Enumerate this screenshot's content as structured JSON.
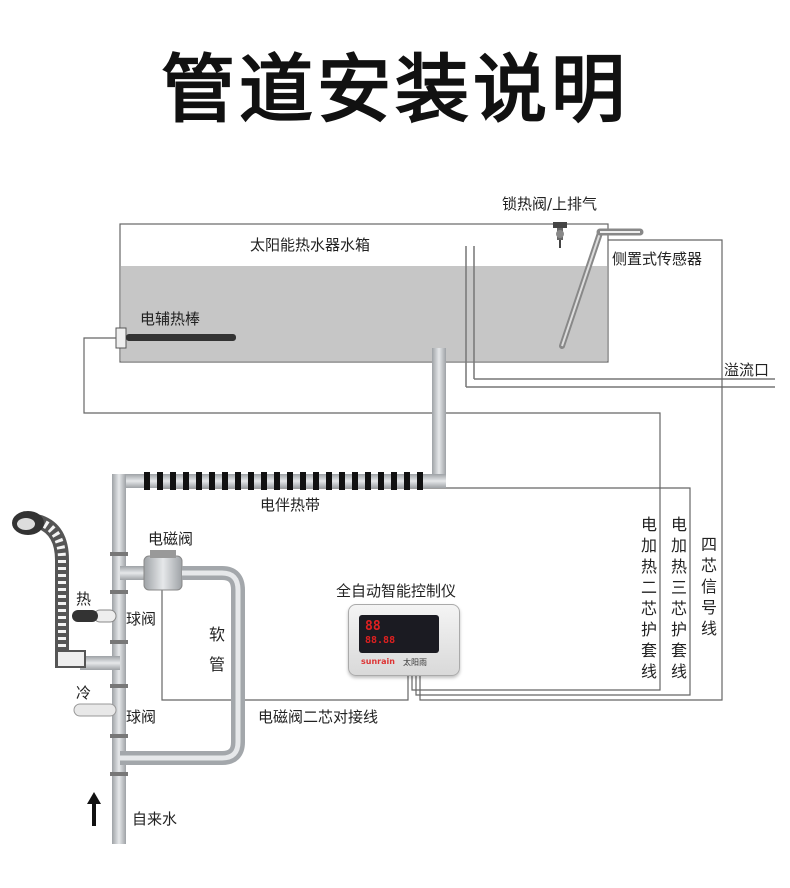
{
  "title": "管道安装说明",
  "labels": {
    "tank": "太阳能热水器水箱",
    "lock_valve": "锁热阀/上排气",
    "side_sensor": "侧置式传感器",
    "heater_rod": "电辅热棒",
    "overflow": "溢流口",
    "heat_tape": "电伴热带",
    "solenoid": "电磁阀",
    "controller": "全自动智能控制仪",
    "hot": "热",
    "cold": "冷",
    "ball_valve_hot": "球阀",
    "ball_valve_cold": "球阀",
    "hose": "软管",
    "solenoid_wire": "电磁阀二芯对接线",
    "tap_water": "自来水",
    "wire_2core": "电加热二芯护套线",
    "wire_3core": "电加热三芯护套线",
    "wire_4core": "四芯信号线"
  },
  "controller_display": {
    "brand": "sunrain",
    "brand_cn": "太阳雨",
    "digits_top": "88",
    "digits_bottom": "88.88"
  },
  "colors": {
    "pipe": "#b9bcc0",
    "tank_water": "#c6c6c6",
    "line": "#555555",
    "heat_tape": "#111111",
    "display_digits": "#e02020"
  }
}
